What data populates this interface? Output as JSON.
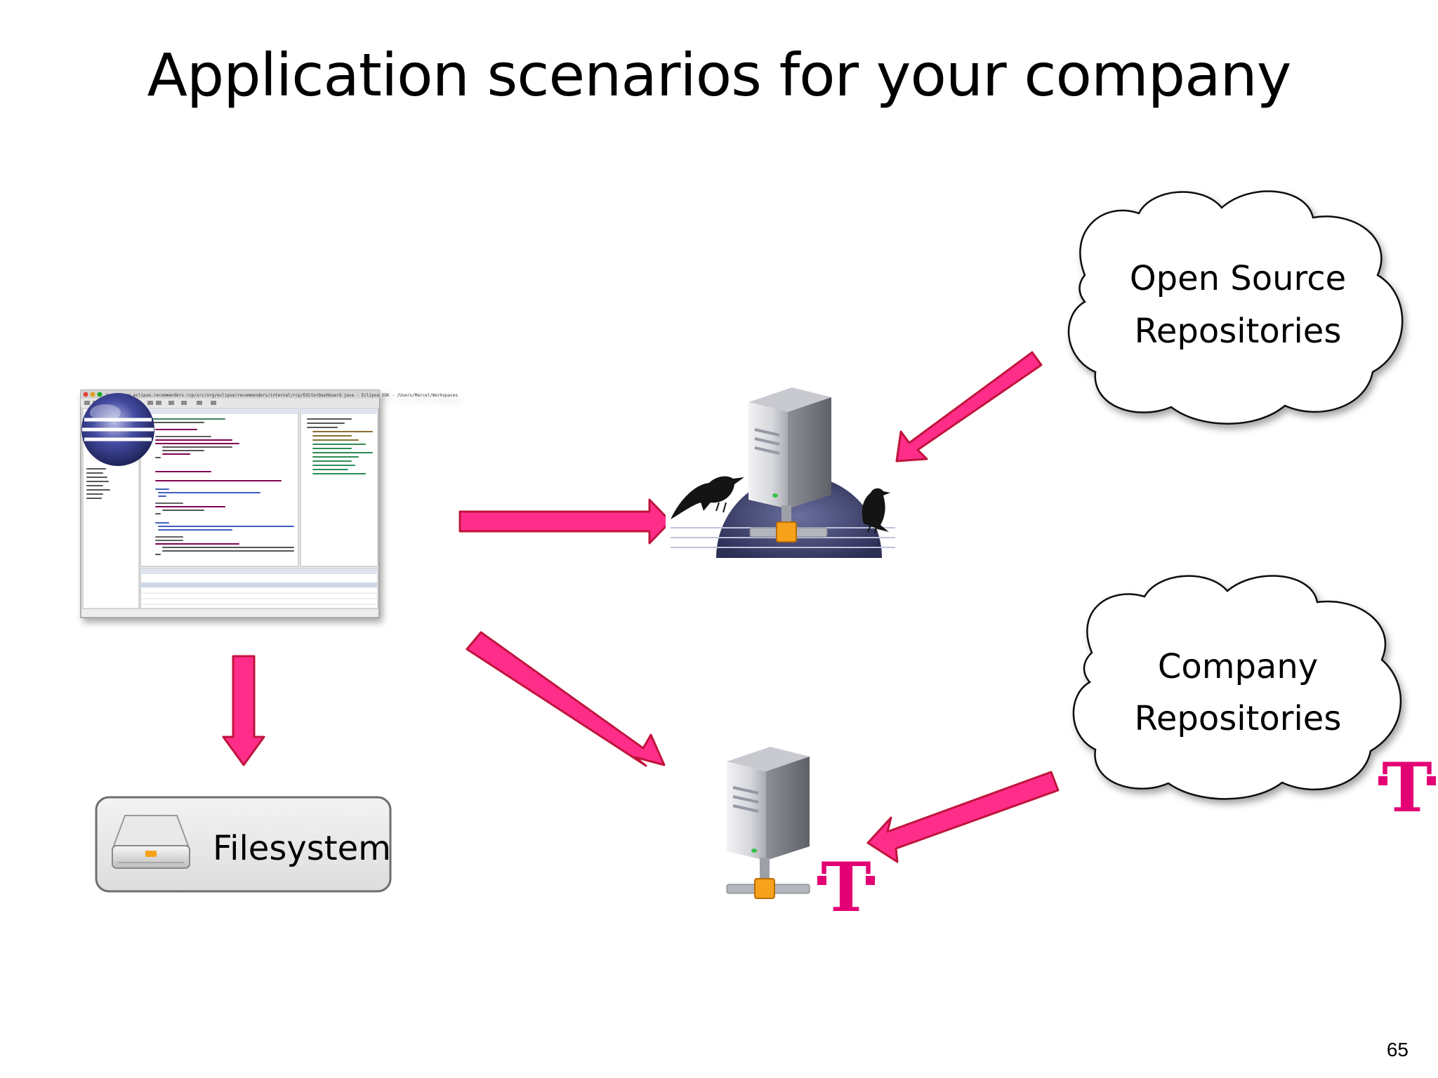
{
  "slide": {
    "title": "Application scenarios for your  company",
    "page_number": "65"
  },
  "clouds": {
    "open_source": {
      "line1": "Open Source",
      "line2": "Repositories"
    },
    "company": {
      "line1": "Company",
      "line2": "Repositories"
    }
  },
  "filesystem": {
    "label": "Filesystem"
  },
  "ide_window": {
    "title_bar": "Java - org.eclipse.recommenders.rcp/src/org/eclipse/recommenders/internal/rcp/EditorDashboard.java - Eclipse SDK - /Users/Marcel/Workspaces"
  },
  "logos": {
    "telekom_letter": "T"
  },
  "colors": {
    "arrow_fill": "#ff2d8a",
    "arrow_stroke": "#c0143c",
    "telekom_magenta": "#e20074"
  },
  "icons": [
    "eclipse-ide-icon",
    "server-icon",
    "crow-icon",
    "hard-drive-icon",
    "cloud-icon",
    "telekom-logo-icon"
  ]
}
